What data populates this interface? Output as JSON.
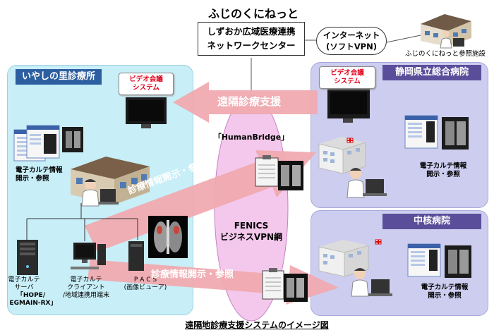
{
  "title": "ふじのくにねっと",
  "center_box": {
    "line1": "しずおか広域医療連携",
    "line2": "ネットワークセンター"
  },
  "internet_bubble": {
    "line1": "インターネット",
    "line2": "(ソフトVPN)"
  },
  "reference_facility": "ふじのくにねっと参照施設",
  "left_panel": {
    "name": "いやしの里診療所",
    "video_conf": {
      "line1": "ビデオ会議",
      "line2": "システム"
    },
    "ehr_label": {
      "line1": "電子カルテ情報",
      "line2": "開示・参照"
    },
    "server_label": {
      "line1": "電子カルテ",
      "line2": "サーバ",
      "line3": "「HOPE/",
      "line4": "EGMAIN-RX」"
    },
    "client_label": {
      "line1": "電子カルテ",
      "line2": "クライアント",
      "line3": "/地域連携用端末"
    },
    "pacs_label": {
      "line1": "P A C S",
      "line2": "(画像ビューア)"
    }
  },
  "right_top_panel": {
    "name": "静岡県立総合病院",
    "video_conf": {
      "line1": "ビデオ会議",
      "line2": "システム"
    },
    "ehr_label": {
      "line1": "電子カルテ情報",
      "line2": "開示・参照"
    }
  },
  "right_bottom_panel": {
    "name": "中核病院",
    "ehr_label": {
      "line1": "電子カルテ情報",
      "line2": "開示・参照"
    }
  },
  "ellipse": {
    "humanbridge": "「HumanBridge」",
    "fenics_line1": "FENICS",
    "fenics_line2": "ビジネスVPN網"
  },
  "arrows": {
    "remote_support": "遠隔診療支援",
    "info_disclosure_upper": "診療情報開示・参照",
    "info_disclosure_lower": "診療情報開示・参照"
  },
  "caption": "遠隔地診療支援システムのイメージ図",
  "colors": {
    "left_panel_bg": "#c8eef7",
    "left_panel_header": "#2d5fa0",
    "right_panel_bg": "#cdcdf0",
    "right_panel_header": "#5a4e9a",
    "ellipse_fill": "#f3c8ec",
    "arrow": "#f0aab0",
    "accent_red": "#e0001b"
  }
}
